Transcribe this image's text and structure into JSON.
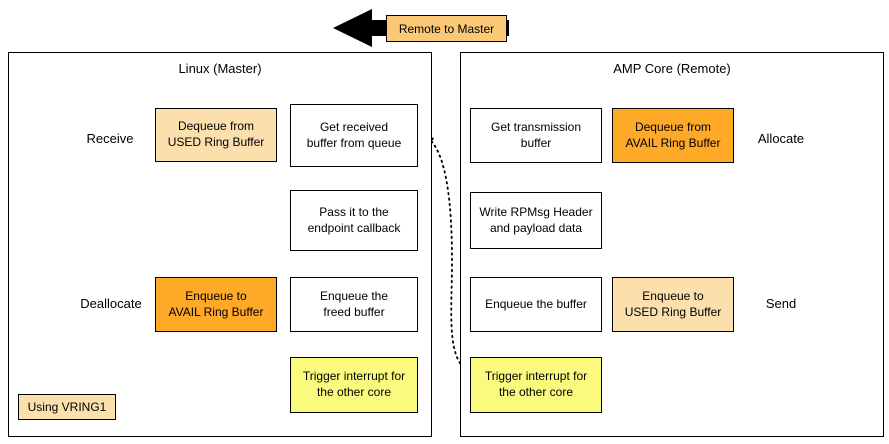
{
  "colors": {
    "peach": "#FBDFAC",
    "orange": "#FFA928",
    "yellow": "#FAFA7E",
    "arrow_label_bg": "#FBC878",
    "line": "#000000"
  },
  "top": {
    "arrow_label": "Remote to Master"
  },
  "master": {
    "title": "Linux (Master)",
    "receive_label": "Receive",
    "deallocate_label": "Deallocate",
    "dequeue_used": "Dequeue from\nUSED Ring Buffer",
    "get_received": "Get received\nbuffer from queue",
    "pass_endpoint": "Pass it to the\nendpoint callback",
    "enqueue_freed": "Enqueue the\nfreed buffer",
    "enqueue_avail": "Enqueue to\nAVAIL Ring Buffer",
    "trigger": "Trigger interrupt for\nthe other core",
    "vring_note": "Using VRING1"
  },
  "remote": {
    "title": "AMP Core (Remote)",
    "allocate_label": "Allocate",
    "send_label": "Send",
    "get_transmission": "Get transmission\nbuffer",
    "dequeue_avail": "Dequeue from\nAVAIL Ring Buffer",
    "write_header": "Write RPMsg Header\nand payload data",
    "enqueue_buffer": "Enqueue the buffer",
    "enqueue_used": "Enqueue to\nUSED Ring Buffer",
    "trigger": "Trigger interrupt for\nthe other core"
  }
}
